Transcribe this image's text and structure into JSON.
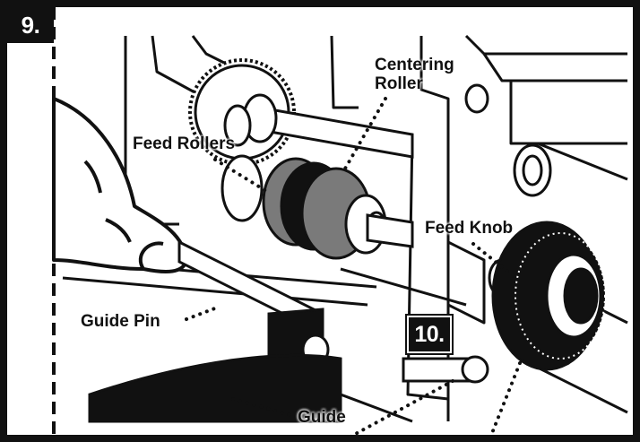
{
  "steps": {
    "step_a": "9.",
    "step_b": "10."
  },
  "labels": {
    "centering_roller": "Centering\nRoller",
    "feed_rollers": "Feed Rollers",
    "feed_knob": "Feed Knob",
    "guide_pin": "Guide Pin",
    "guide": "Guide"
  },
  "colors": {
    "ink": "#111111",
    "roller_gray": "#7a7a7a",
    "paper": "#ffffff"
  }
}
